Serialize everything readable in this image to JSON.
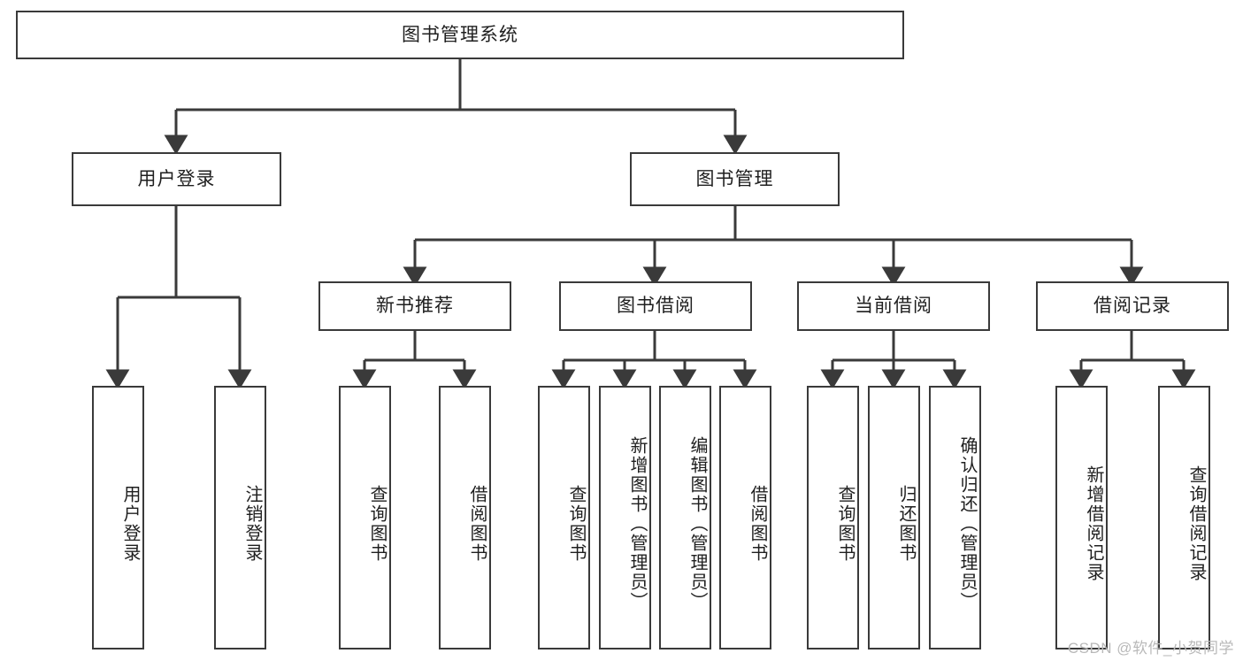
{
  "diagram": {
    "title": "图书管理系统",
    "type": "tree-hierarchy-chart",
    "background_color": "#ffffff",
    "line_color": "#3a3a3a",
    "text_color": "#1f1f1f",
    "root": {
      "label": "图书管理系统"
    },
    "level2": [
      {
        "label": "用户登录"
      },
      {
        "label": "图书管理"
      }
    ],
    "level3": [
      {
        "label": "新书推荐"
      },
      {
        "label": "图书借阅"
      },
      {
        "label": "当前借阅"
      },
      {
        "label": "借阅记录"
      }
    ],
    "leaves": {
      "user_login": [
        {
          "label": "用户登录"
        },
        {
          "label": "注销登录"
        }
      ],
      "new_book_recommend": [
        {
          "label": "查询图书"
        },
        {
          "label": "借阅图书"
        }
      ],
      "book_borrow": [
        {
          "label": "查询图书"
        },
        {
          "label": "新增图书（管理员）"
        },
        {
          "label": "编辑图书（管理员）"
        },
        {
          "label": "借阅图书"
        }
      ],
      "current_borrow": [
        {
          "label": "查询图书"
        },
        {
          "label": "归还图书"
        },
        {
          "label": "确认归还（管理员）"
        }
      ],
      "borrow_records": [
        {
          "label": "新增借阅记录"
        },
        {
          "label": "查询借阅记录"
        }
      ]
    }
  },
  "watermark": {
    "text": "CSDN @软件_小贺同学"
  }
}
